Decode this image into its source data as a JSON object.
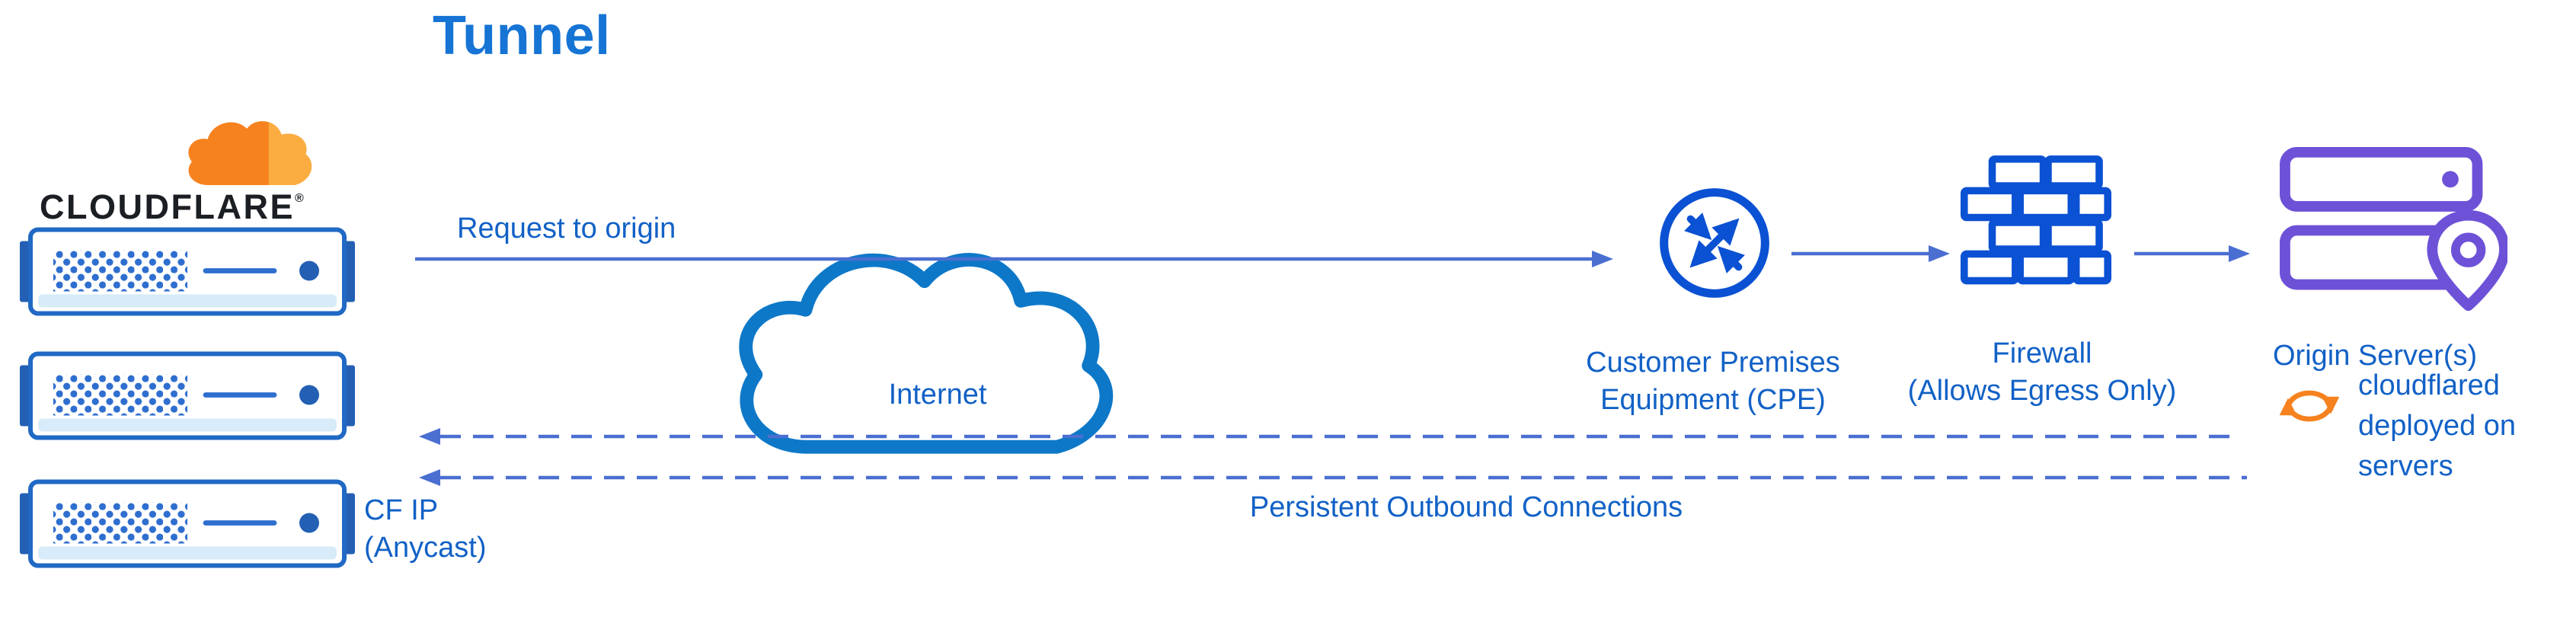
{
  "title": "Tunnel",
  "logo": {
    "name": "CLOUDFLARE",
    "registered": "®"
  },
  "labels": {
    "request_to_origin": "Request to origin",
    "internet": "Internet",
    "cpe": "Customer Premises\nEquipment (CPE)",
    "firewall": "Firewall\n(Allows Egress Only)",
    "origin_servers": "Origin Server(s)",
    "cloudflared": "cloudflared\ndeployed on\nservers",
    "persistent_outbound": "Persistent Outbound Connections",
    "cf_ip_anycast": "CF IP\n(Anycast)"
  },
  "colors": {
    "title_blue": "#1674d4",
    "label_blue": "#1261c6",
    "line_blue": "#4a6fd1",
    "icon_blue": "#0b51d3",
    "cloud_blue": "#0e78c8",
    "server_blue": "#2069c4",
    "server_accent": "#2e6ecf",
    "server_tab": "#2360b4",
    "server_band": "#d7ebf9",
    "origin_purple": "#6d52d8",
    "brand_orange": "#f6821f",
    "brand_orange_light": "#fbad41",
    "brand_text": "#1b1f24"
  }
}
